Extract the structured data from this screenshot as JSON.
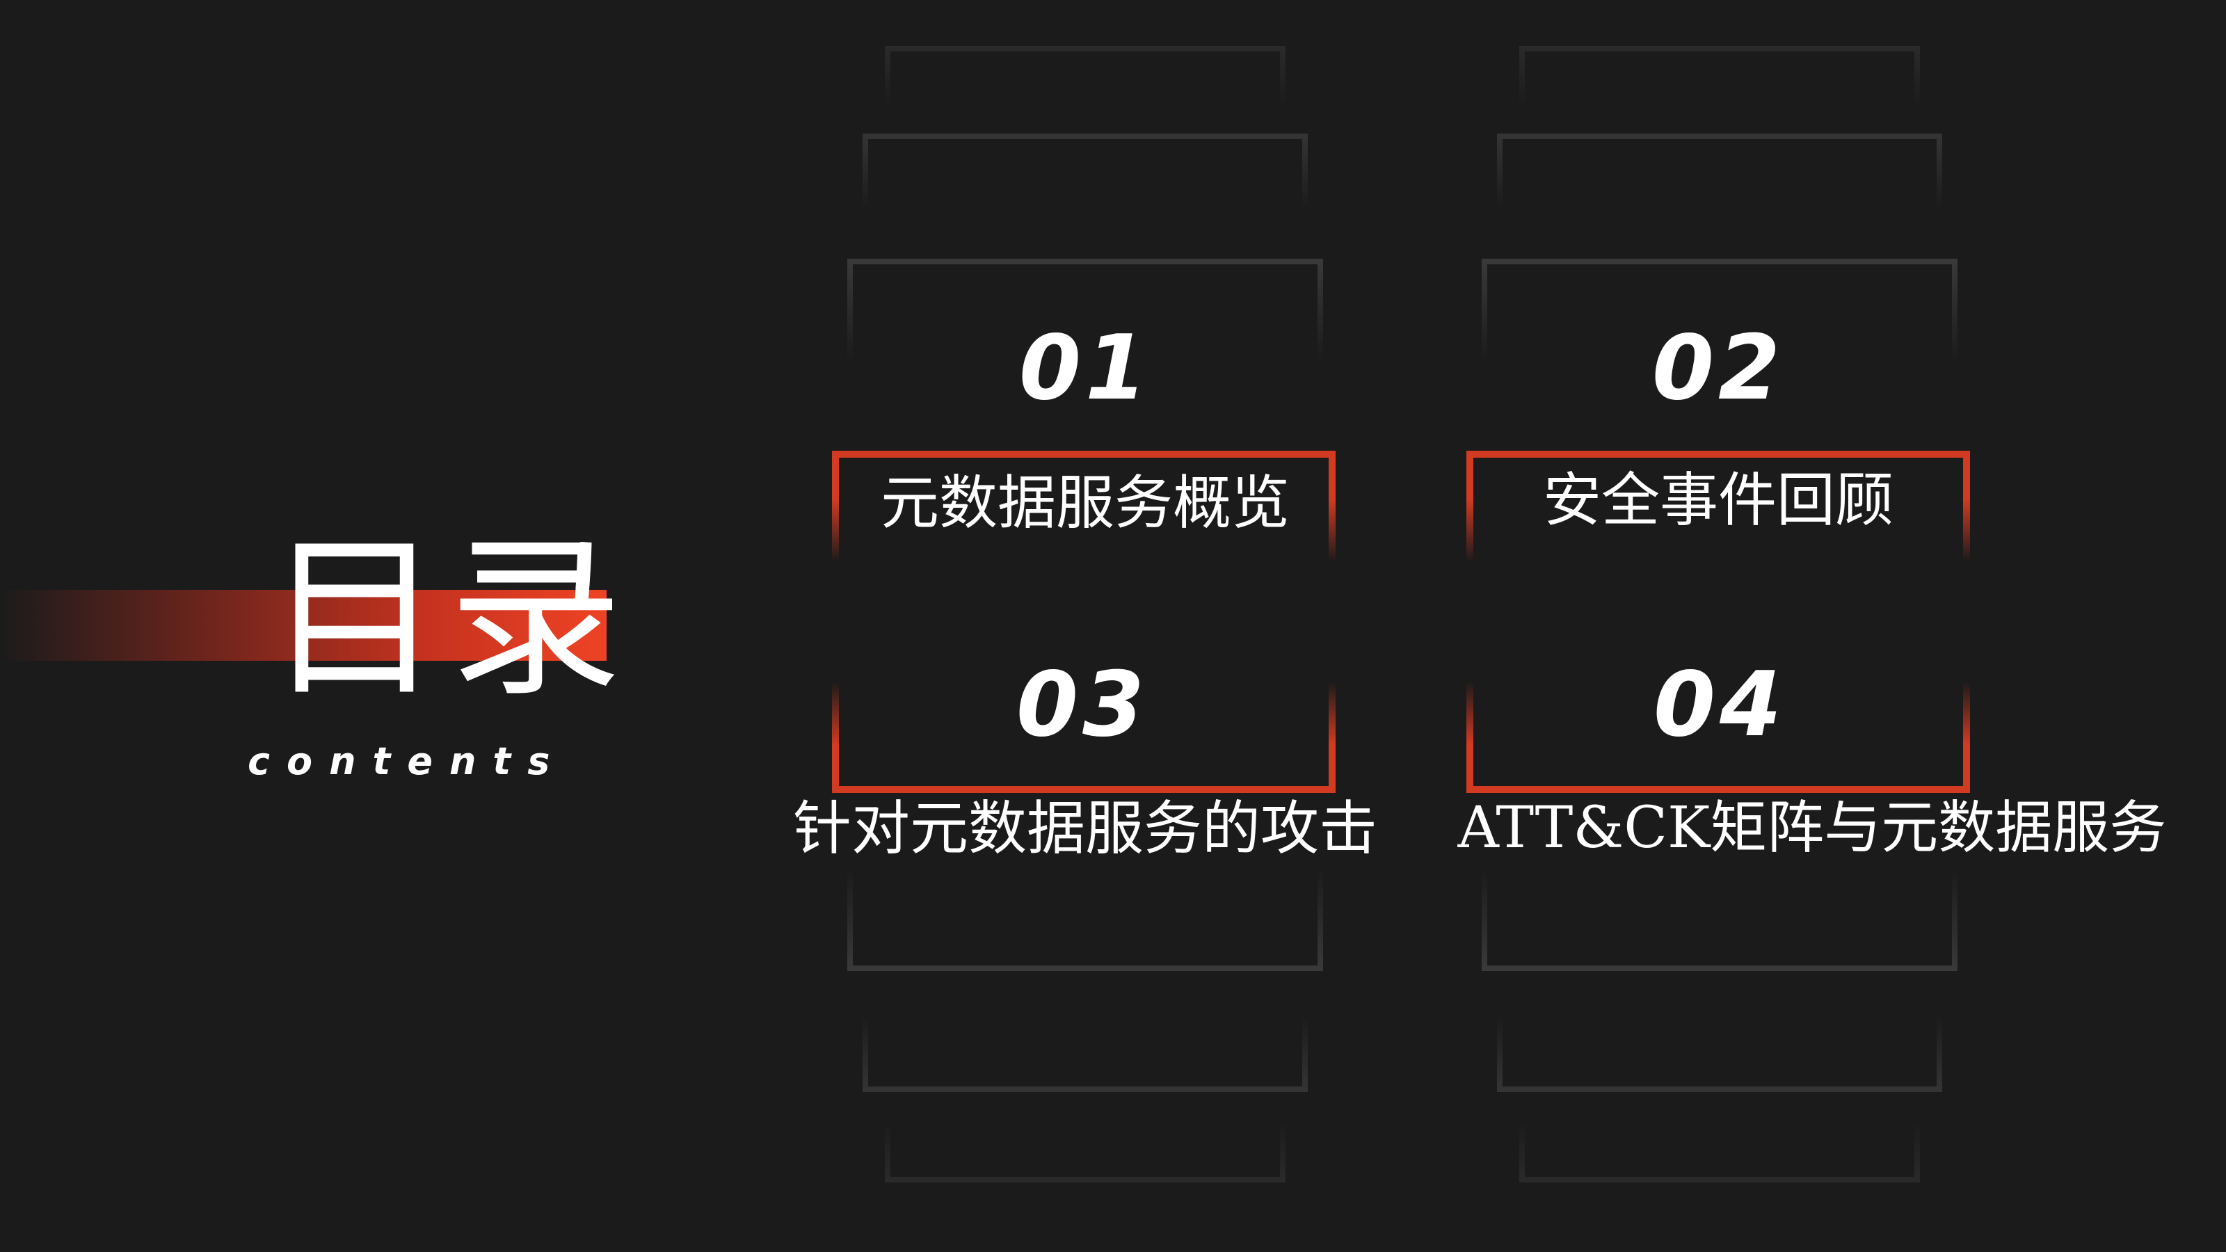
{
  "title": {
    "main": "目录",
    "sub": "contents"
  },
  "items": [
    {
      "number": "01",
      "label": "元数据服务概览"
    },
    {
      "number": "02",
      "label": "安全事件回顾"
    },
    {
      "number": "03",
      "label": "针对元数据服务的攻击"
    },
    {
      "number": "04",
      "label": "ATT&CK矩阵与元数据服务"
    }
  ],
  "colors": {
    "background": "#1b1b1b",
    "accent": "#e94022",
    "frame": "#3a3a3a",
    "text": "#ffffff"
  }
}
